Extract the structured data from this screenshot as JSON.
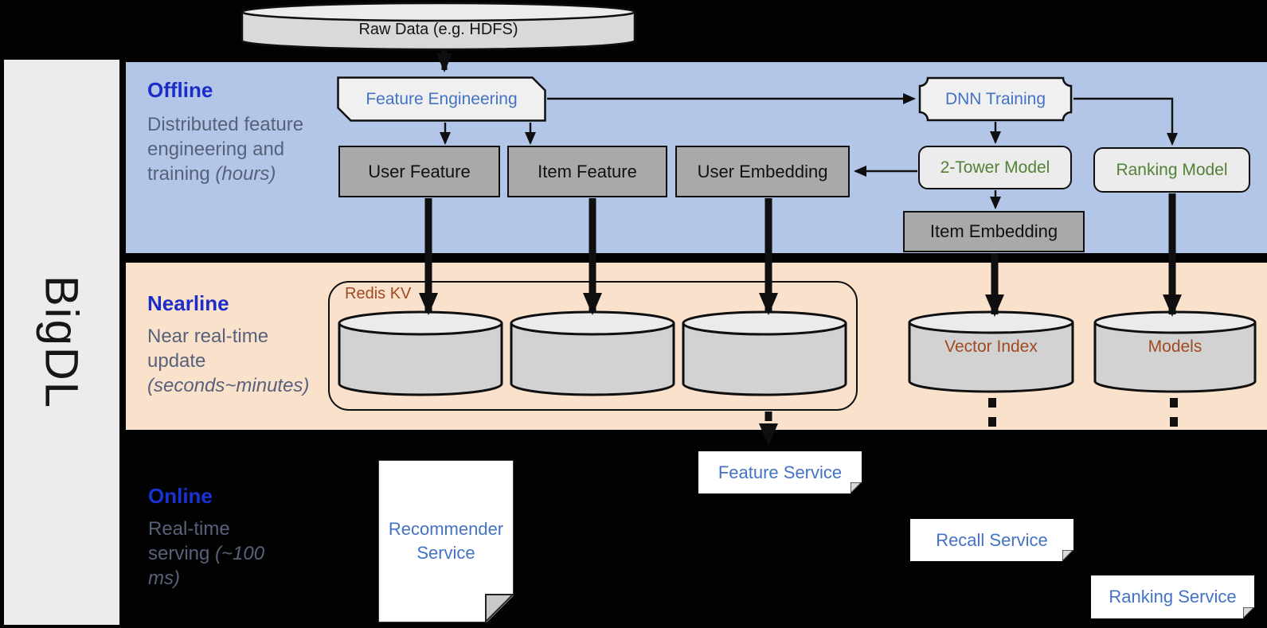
{
  "brand": {
    "name": "BigDL"
  },
  "datasource": {
    "label": "Raw Data (e.g. HDFS)"
  },
  "sections": {
    "offline": {
      "title": "Offline",
      "desc": "Distributed feature engineering and training",
      "desc_note": "(hours)"
    },
    "nearline": {
      "title": "Nearline",
      "desc": "Near real-time update",
      "desc_note": "(seconds~minutes)"
    },
    "online": {
      "title": "Online",
      "desc": "Real-time serving",
      "desc_note": "(~100 ms)"
    }
  },
  "offline": {
    "feature_engineering": "Feature Engineering",
    "dnn_training": "DNN Training",
    "user_feature": "User Feature",
    "item_feature": "Item Feature",
    "user_embedding": "User Embedding",
    "two_tower_model": "2-Tower Model",
    "ranking_model": "Ranking Model",
    "item_embedding": "Item Embedding"
  },
  "nearline": {
    "redis_kv": "Redis KV",
    "vector_index": "Vector Index",
    "models": "Models"
  },
  "online": {
    "recommender_service": "Recommender Service",
    "feature_service": "Feature Service",
    "recall_service": "Recall Service",
    "ranking_service": "Ranking Service"
  },
  "colors": {
    "offline_band": "#b3c6e7",
    "nearline_band": "#f9e1cc",
    "section_title_blue": "#1b2cc8",
    "section_desc_gray": "#57627a",
    "process_text_blue": "#4472c4",
    "model_text_green": "#538135",
    "storage_text_rust": "#a04a21",
    "gray_node": "#a9a9a9",
    "light_node": "#ececec",
    "cylinder_body": "#d2d2d2"
  }
}
